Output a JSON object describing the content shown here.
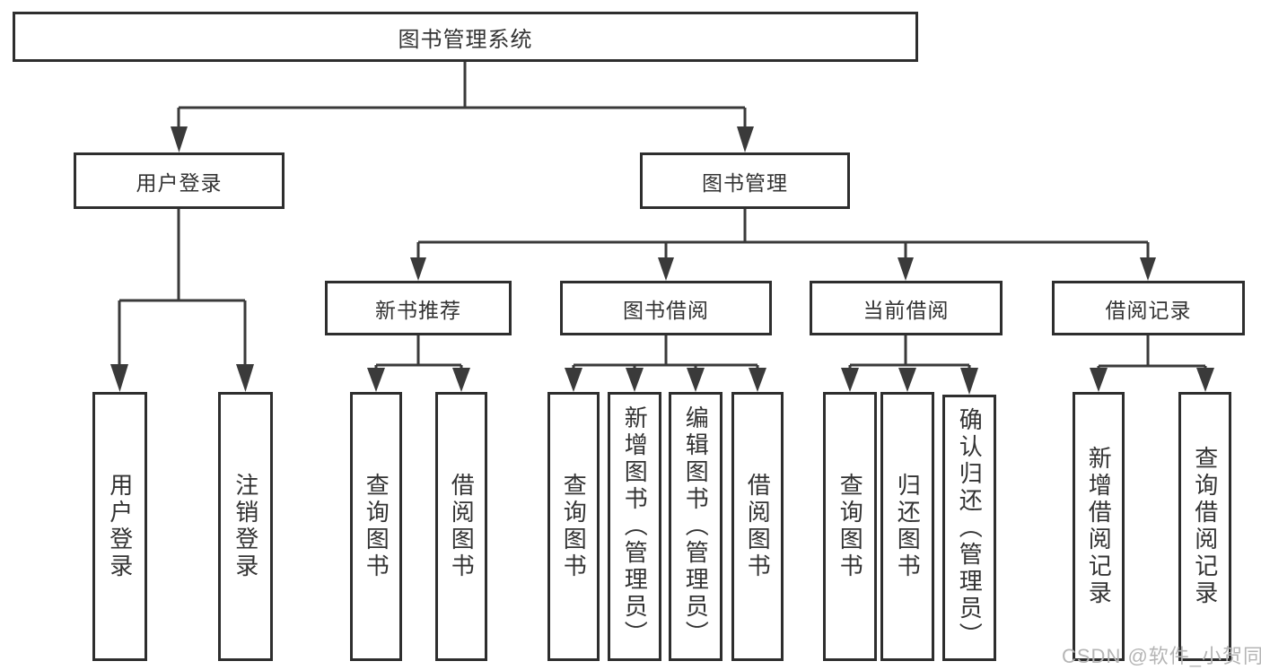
{
  "diagram": {
    "title_node": "图书管理系统",
    "level2": {
      "user_login": "用户登录",
      "book_mgmt": "图书管理"
    },
    "level3": {
      "new_book": "新书推荐",
      "book_borrow": "图书借阅",
      "current_borrow": "当前借阅",
      "borrow_record": "借阅记录"
    },
    "leaves": {
      "user_login": [
        "用户登录",
        "注销登录"
      ],
      "new_book": [
        "查询图书",
        "借阅图书"
      ],
      "book_borrow": [
        "查询图书",
        "新增图书（管理员）",
        "编辑图书（管理员）",
        "借阅图书"
      ],
      "current_borrow": [
        "查询图书",
        "归还图书",
        "确认归还（管理员）"
      ],
      "borrow_record": [
        "新增借阅记录",
        "查询借阅记录"
      ]
    },
    "colors": {
      "line": "#3a3a3a",
      "border": "#2e2e2e",
      "text": "#333333",
      "watermark": "#b5b5b5"
    },
    "watermark": "CSDN @软件_小贺同学"
  }
}
